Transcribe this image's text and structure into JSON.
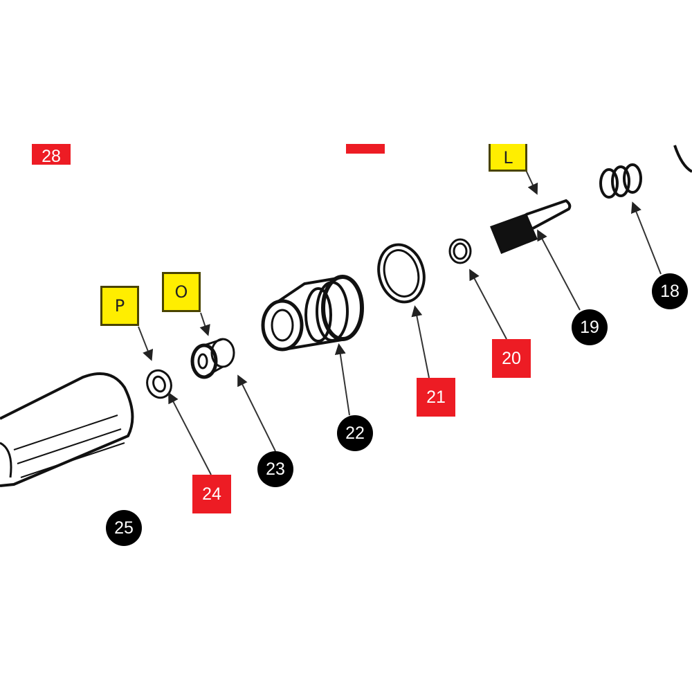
{
  "colors": {
    "red_label": "#ed1c24",
    "yellow_label": "#ffee00",
    "black_label": "#000000"
  },
  "red_labels": [
    {
      "id": "28",
      "text": "28"
    },
    {
      "id": "blank",
      "text": ""
    },
    {
      "id": "20",
      "text": "20"
    },
    {
      "id": "21",
      "text": "21"
    },
    {
      "id": "24",
      "text": "24"
    }
  ],
  "black_labels": [
    {
      "text": "18"
    },
    {
      "text": "19"
    },
    {
      "text": "22"
    },
    {
      "text": "23"
    },
    {
      "text": "25"
    }
  ],
  "yellow_labels": [
    {
      "text": "L"
    },
    {
      "text": "O"
    },
    {
      "text": "P"
    }
  ]
}
